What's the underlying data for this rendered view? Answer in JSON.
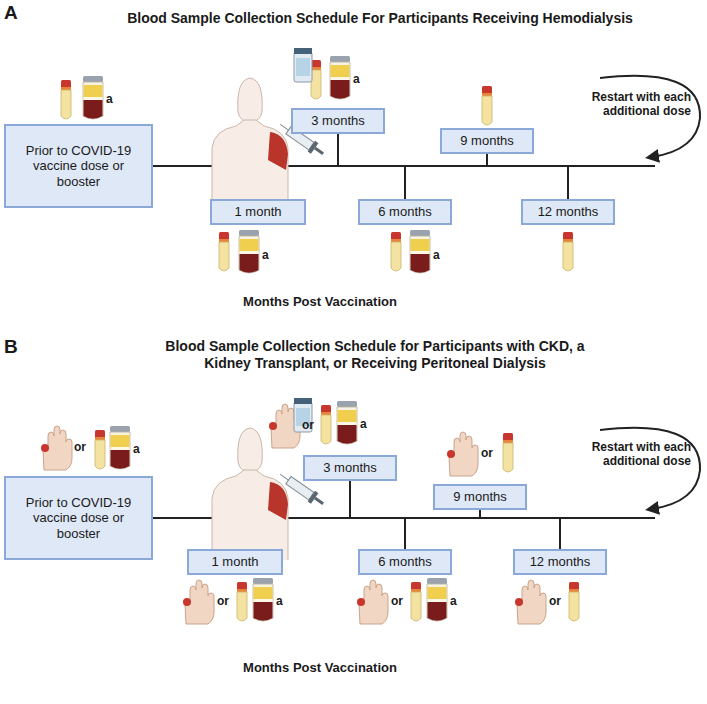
{
  "diagram": {
    "nodes": [
      {
        "text": [
          "Prior to COVID-19 vaccine dose or booster"
        ]
      },
      {
        "text": [
          "1 month"
        ]
      },
      {
        "text": [
          "3 months"
        ]
      },
      {
        "text": [
          "6 months"
        ]
      },
      {
        "text": [
          "9 months"
        ]
      },
      {
        "text": [
          "12 months"
        ]
      },
      {
        "text": [
          "Prior to COVID-19 vaccine dose or booster"
        ]
      },
      {
        "text": [
          "1 month"
        ]
      },
      {
        "text": [
          "3 months"
        ]
      },
      {
        "text": [
          "6 months"
        ]
      },
      {
        "text": [
          "9 months"
        ]
      },
      {
        "text": [
          "12 months"
        ]
      }
    ],
    "labels": [
      "A",
      "Blood Sample Collection Schedule For Participants Receiving Hemodialysis",
      "a",
      "a",
      "a",
      "a",
      "Restart with each additional dose",
      "Months Post Vaccination",
      "B",
      "Blood Sample Collection Schedule for Participants with CKD, a Kidney Transplant, or Receiving Peritoneal Dialysis",
      "or",
      "a",
      "or",
      "a",
      "or",
      "or",
      "a",
      "or",
      "a",
      "or",
      "Restart with each additional dose",
      "Months Post Vaccination"
    ]
  }
}
